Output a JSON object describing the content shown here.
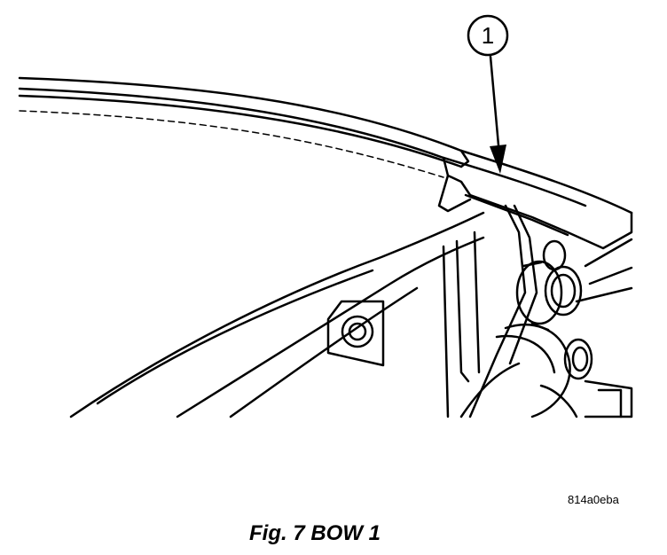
{
  "callout": {
    "number": "1"
  },
  "figure": {
    "code": "814a0eba",
    "caption": "Fig. 7 BOW 1"
  }
}
